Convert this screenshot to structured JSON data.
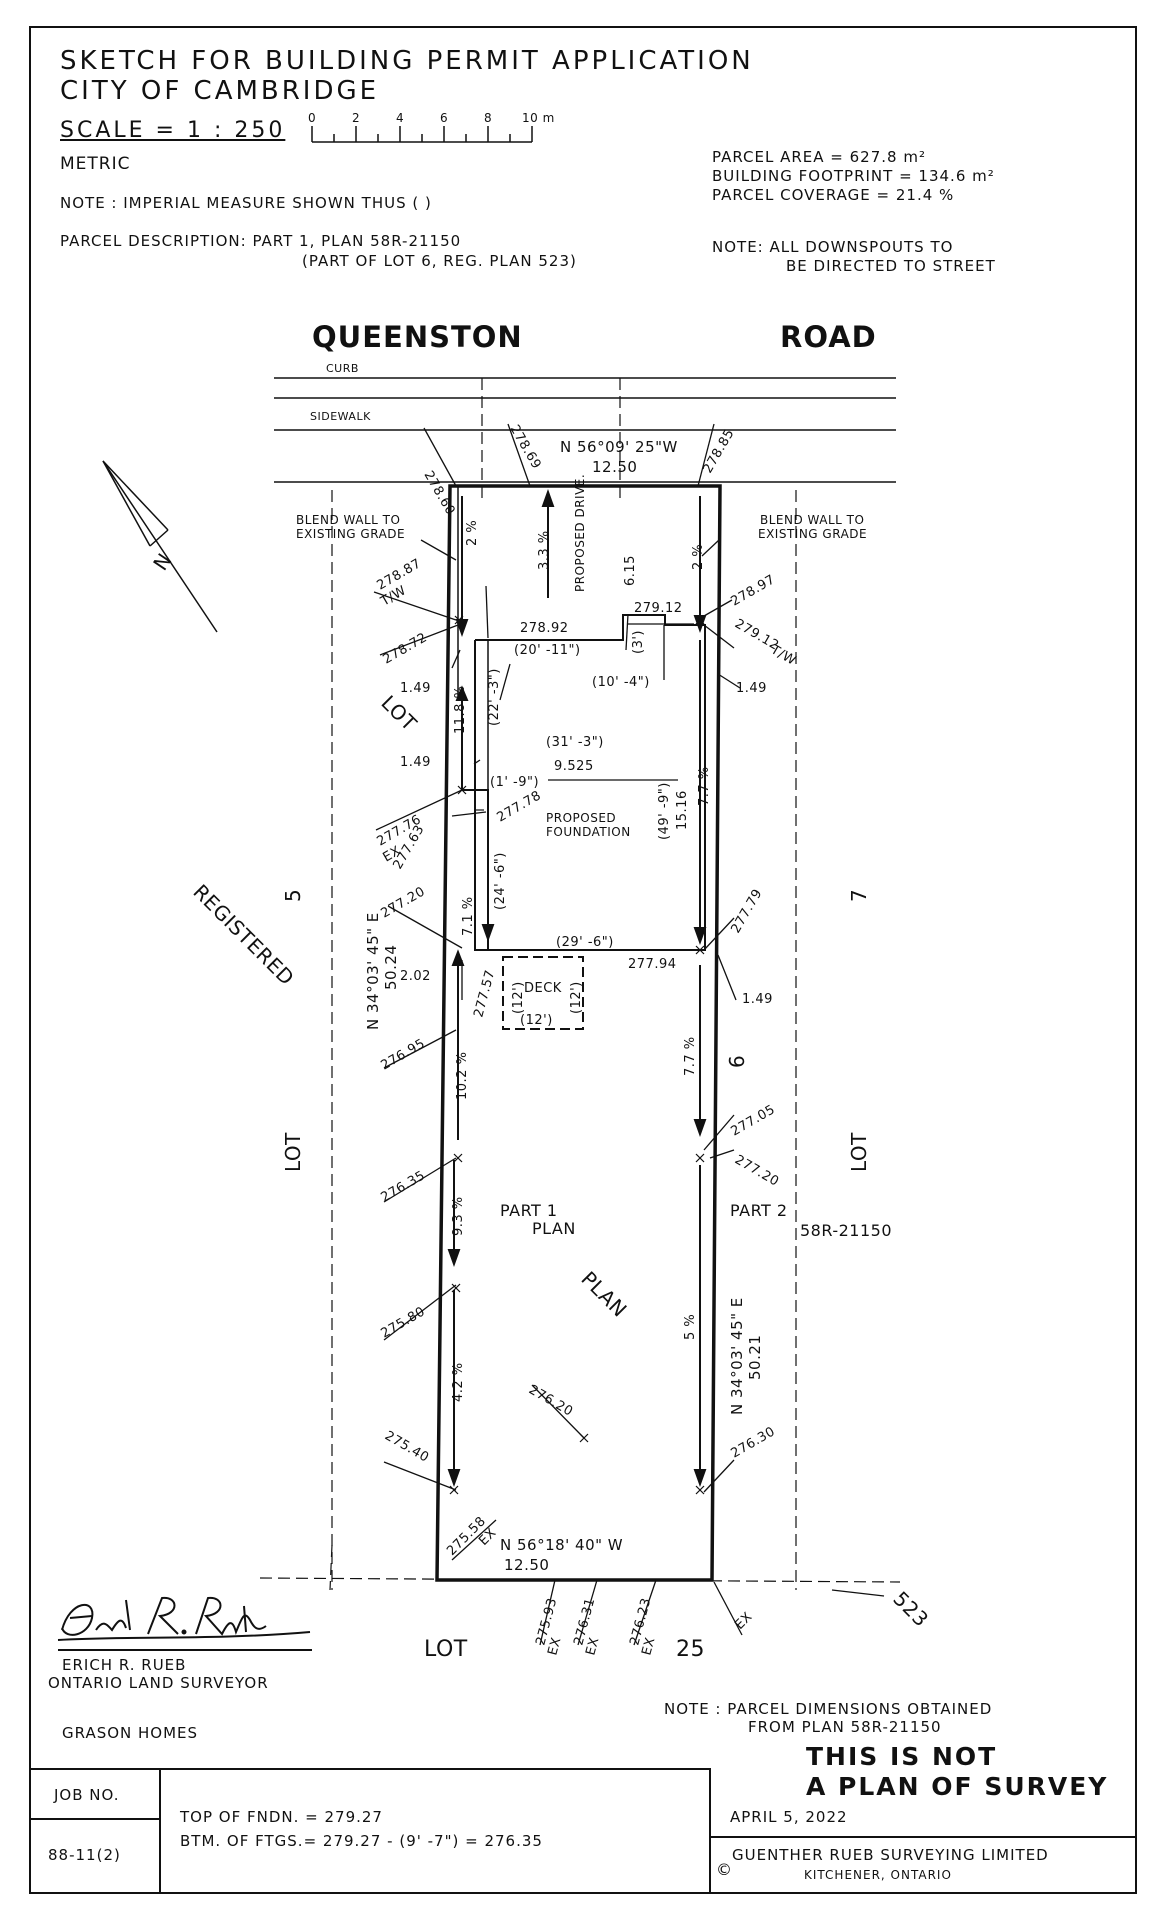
{
  "header": {
    "title_line1": "SKETCH FOR BUILDING PERMIT APPLICATION",
    "title_line2": "CITY OF CAMBRIDGE",
    "scale": "SCALE = 1 : 250",
    "scale_ticks": [
      "0",
      "2",
      "4",
      "6",
      "8",
      "10 m"
    ],
    "metric": "METRIC",
    "note_imperial": "NOTE : IMPERIAL MEASURE SHOWN THUS (      )",
    "parcel_desc_1": "PARCEL DESCRIPTION: PART 1, PLAN 58R-21150",
    "parcel_desc_2": "(PART OF LOT 6, REG. PLAN 523)",
    "parcel_area": "PARCEL AREA = 627.8 m²",
    "building_footprint": "BUILDING FOOTPRINT = 134.6 m²",
    "parcel_coverage": "PARCEL COVERAGE = 21.4 %",
    "note_downspouts_1": "NOTE: ALL DOWNSPOUTS TO",
    "note_downspouts_2": "BE DIRECTED TO STREET"
  },
  "road": {
    "name_left": "QUEENSTON",
    "name_right": "ROAD",
    "curb": "CURB",
    "sidewalk": "SIDEWALK"
  },
  "plan": {
    "front_bearing": "N 56°09' 25\"W",
    "front_dist": "12.50",
    "rear_bearing": "N 56°18' 40\" W",
    "rear_dist": "12.50",
    "left_bearing": "N 34°03' 45\" E",
    "left_dist": "50.24",
    "right_bearing": "N 34°03' 45\" E",
    "right_dist": "50.21",
    "blend_left_1": "BLEND WALL TO",
    "blend_left_2": "EXISTING GRADE",
    "blend_right_1": "BLEND WALL TO",
    "blend_right_2": "EXISTING GRADE",
    "proposed_drive": "PROPOSED DRIVE.",
    "proposed_foundation_1": "PROPOSED",
    "proposed_foundation_2": "FOUNDATION",
    "deck": "DECK",
    "part1_1": "PART  1",
    "part1_2": "PLAN",
    "part2_1": "PART   2",
    "part2_2": "58R-21150",
    "word_plan": "PLAN",
    "word_registered": "REGISTERED",
    "word_lot_diag": "LOT",
    "num_5": "5",
    "num_7": "7",
    "num_6": "6",
    "num_523": "523",
    "lot_left": "LOT",
    "lot_right": "LOT",
    "lot_bottom": "LOT",
    "num_25": "25",
    "north": "N",
    "ex": "EX",
    "tw": "T/W",
    "elevations": {
      "e27860": "278.60",
      "e27869": "278.69",
      "e27885": "278.85",
      "e27887": "278.87",
      "e27872": "278.72",
      "e27897": "278.97",
      "e27912a": "279.12",
      "e27912b": "279.12",
      "e27892": "278.92",
      "e27778": "277.78",
      "e27776": "277.76",
      "e27763": "277.63",
      "e27720a": "277.20",
      "e27779": "277.79",
      "e27794": "277.94",
      "e27757": "277.57",
      "e27695": "276.95",
      "e27705": "277.05",
      "e27720b": "277.20",
      "e27635": "276.35",
      "e27580": "275.80",
      "e27620": "276.20",
      "e27630": "276.30",
      "e27540": "275.40",
      "e27558": "275.58",
      "e27593": "275.93",
      "e27631": "276.31",
      "e27623": "276.23"
    },
    "dims": {
      "d149a": "1.49",
      "d149b": "1.49",
      "d149c": "1.49",
      "d149d": "1.49",
      "d202": "2.02",
      "d615": "6.15",
      "d9525": "9.525",
      "d1516": "15.16",
      "i20_11": "(20' -11\")",
      "i3": "(3')",
      "i10_4": "(10' -4\")",
      "i22_3": "(22' -3\")",
      "i31_3": "(31' -3\")",
      "i1_9": "(1' -9\")",
      "i49_9": "(49' -9\")",
      "i24_6": "(24' -6\")",
      "i29_6": "(29' -6\")",
      "i12a": "(12')",
      "i12b": "(12')",
      "i12c": "(12')"
    },
    "slopes": {
      "s2a": "2 %",
      "s33": "3.3 %",
      "s2b": "2 %",
      "s118": "11.8 %",
      "s77a": "7.7 %",
      "s71": "7.1 %",
      "s102": "10.2 %",
      "s77b": "7.7 %",
      "s93": "9.3 %",
      "s42": "4.2 %",
      "s5": "5 %"
    }
  },
  "footer": {
    "signer_name": "ERICH R. RUEB",
    "signer_title": "ONTARIO LAND SURVEYOR",
    "client": "GRASON HOMES",
    "note_parcel_1": "NOTE : PARCEL DIMENSIONS OBTAINED",
    "note_parcel_2": "FROM PLAN 58R-21150",
    "not_survey_1": "THIS IS NOT",
    "not_survey_2": "A PLAN OF SURVEY",
    "job_no_label": "JOB   NO.",
    "job_no": "88-11(2)",
    "top_fndn": "TOP OF FNDN. = 279.27",
    "btm_ftgs": "BTM. OF FTGS.= 279.27 - (9' -7\") = 276.35",
    "date": "APRIL 5, 2022",
    "company": "GUENTHER RUEB SURVEYING LIMITED",
    "copyright": "©",
    "city": "KITCHENER,  ONTARIO"
  }
}
